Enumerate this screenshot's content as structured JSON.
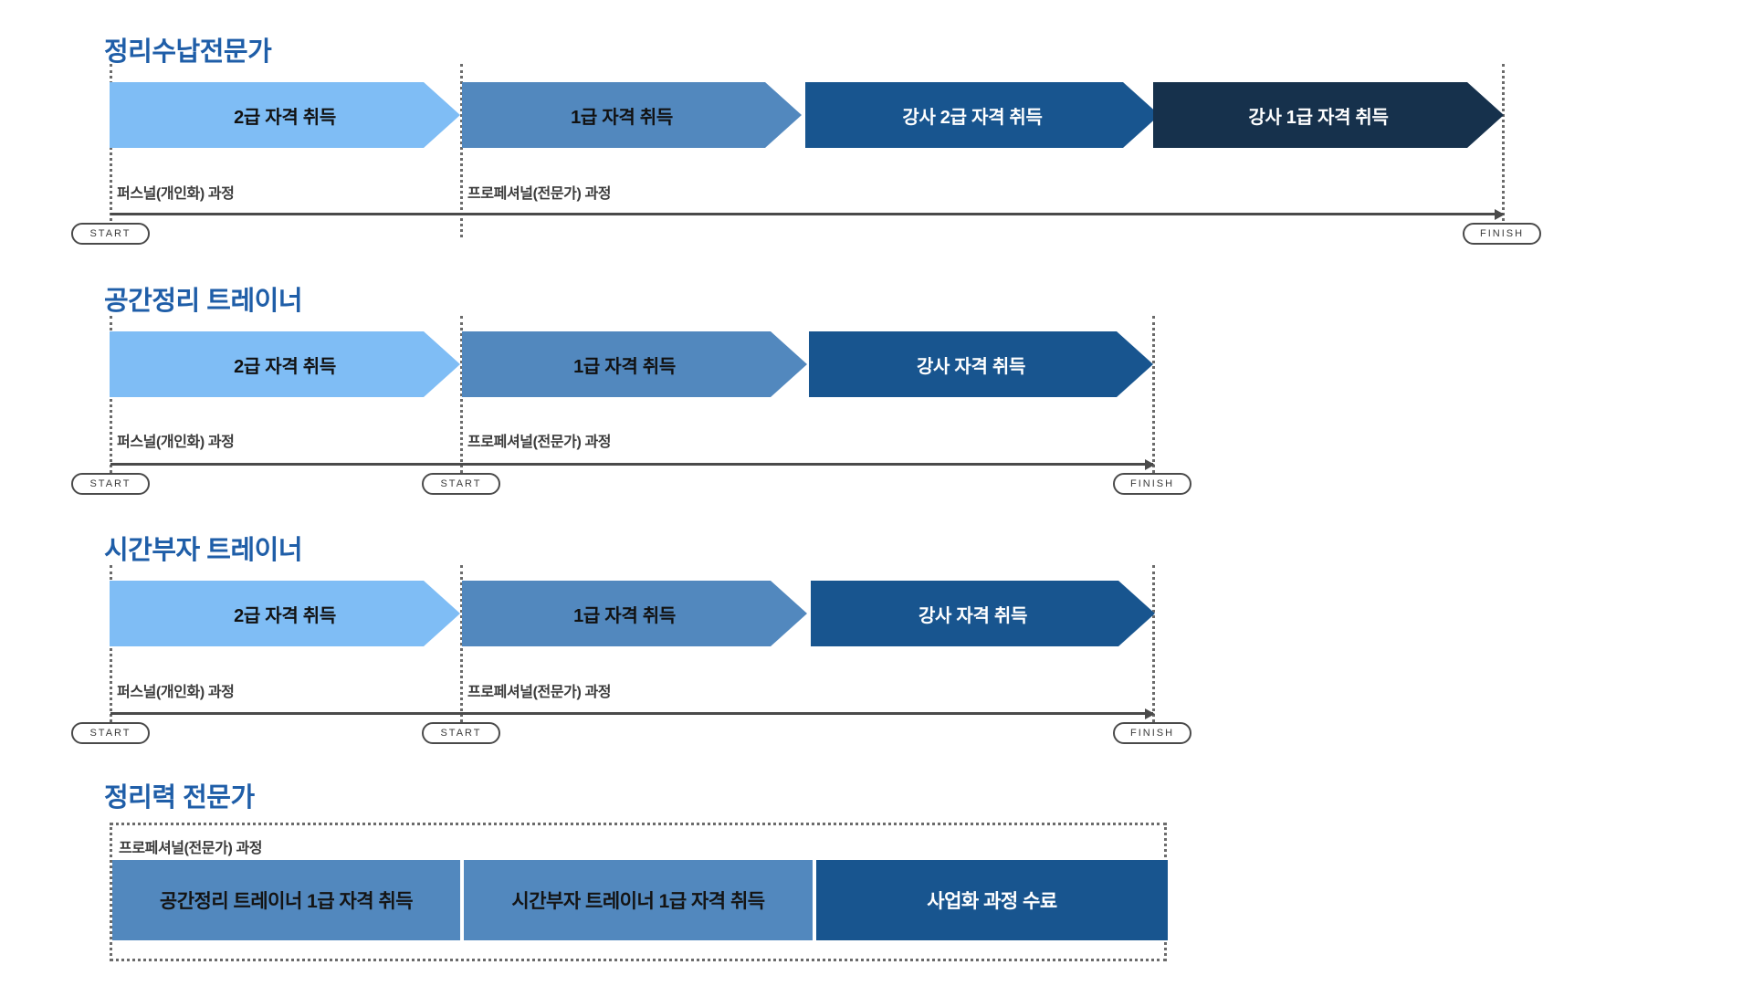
{
  "page": {
    "background": "#ffffff",
    "title_color": "#1F5EA8",
    "palette": {
      "light": "#7FBDF5",
      "mid": "#5288BE",
      "dark": "#18558F",
      "darkest": "#16314C",
      "line": "#4a4a4a",
      "dotted": "#6b6b6b"
    }
  },
  "markers": {
    "start": "START",
    "finish": "FINISH"
  },
  "phases": {
    "personal": "퍼스널(개인화) 과정",
    "professional": "프로페셔널(전문가) 과정"
  },
  "sections": [
    {
      "id": "organizing-storage-expert",
      "title": "정리수납전문가",
      "layout": "chevron-track",
      "steps": [
        {
          "label": "2급 자격 취득",
          "tone": "light"
        },
        {
          "label": "1급 자격 취득",
          "tone": "mid"
        },
        {
          "label": "강사 2급 자격 취득",
          "tone": "dark"
        },
        {
          "label": "강사 1급 자격 취득",
          "tone": "darkest"
        }
      ],
      "phase_labels": [
        "퍼스널(개인화) 과정",
        "프로페셔널(전문가) 과정"
      ],
      "markers": [
        "START",
        "FINISH"
      ]
    },
    {
      "id": "space-organizing-trainer",
      "title": "공간정리 트레이너",
      "layout": "chevron-track",
      "steps": [
        {
          "label": "2급 자격 취득",
          "tone": "light"
        },
        {
          "label": "1급 자격 취득",
          "tone": "mid"
        },
        {
          "label": "강사 자격 취득",
          "tone": "dark"
        }
      ],
      "phase_labels": [
        "퍼스널(개인화) 과정",
        "프로페셔널(전문가) 과정"
      ],
      "markers": [
        "START",
        "START",
        "FINISH"
      ]
    },
    {
      "id": "time-rich-trainer",
      "title": "시간부자 트레이너",
      "layout": "chevron-track",
      "steps": [
        {
          "label": "2급 자격 취득",
          "tone": "light"
        },
        {
          "label": "1급 자격 취득",
          "tone": "mid"
        },
        {
          "label": "강사 자격 취득",
          "tone": "dark"
        }
      ],
      "phase_labels": [
        "퍼스널(개인화) 과정",
        "프로페셔널(전문가) 과정"
      ],
      "markers": [
        "START",
        "START",
        "FINISH"
      ]
    },
    {
      "id": "organizing-power-expert",
      "title": "정리력 전문가",
      "layout": "block-group",
      "group_label": "프로페셔널(전문가) 과정",
      "steps": [
        {
          "label": "공간정리 트레이너 1급 자격 취득",
          "tone": "mid"
        },
        {
          "label": "시간부자 트레이너 1급 자격 취득",
          "tone": "mid"
        },
        {
          "label": "사업화 과정 수료",
          "tone": "dark"
        }
      ]
    }
  ]
}
